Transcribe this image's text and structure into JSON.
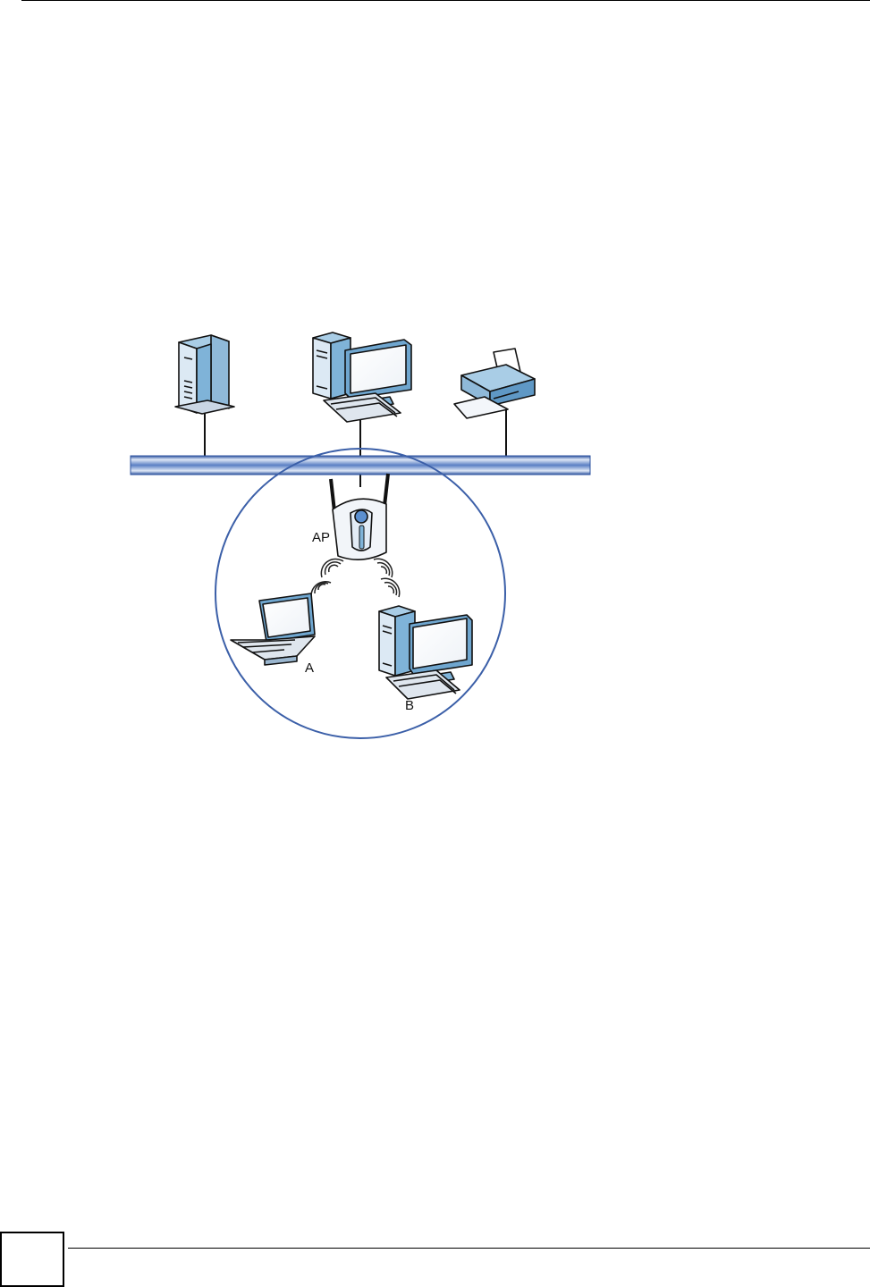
{
  "diagram": {
    "labels": {
      "access_point": "AP",
      "laptop": "A",
      "desktop": "B"
    },
    "colors": {
      "accent": "#3b5fa8",
      "bus_fill": "#c9d6ee",
      "device_blue": "#7fb3d8"
    }
  }
}
